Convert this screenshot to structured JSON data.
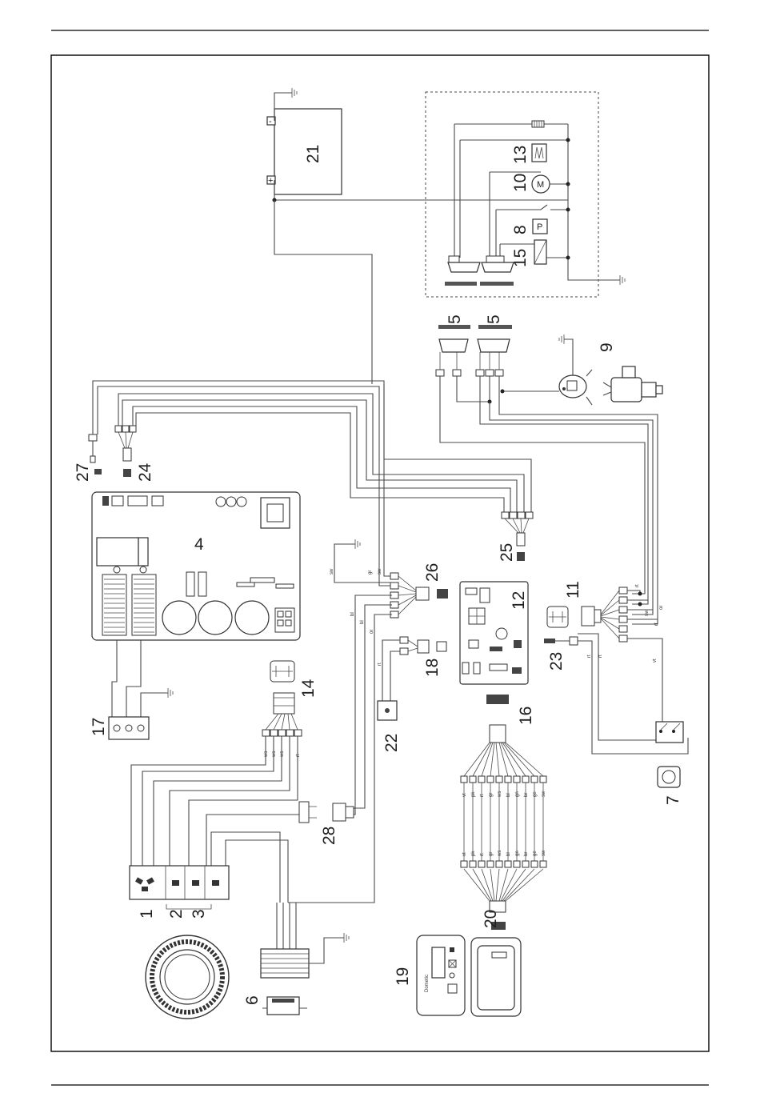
{
  "battery": {
    "minus": "-",
    "plus": "+"
  },
  "symbols": {
    "motor": "M",
    "pressure": "P"
  },
  "labels": {
    "l1": "1",
    "l2": "2",
    "l3": "3",
    "l4": "4",
    "l5a": "5",
    "l5b": "5",
    "l6": "6",
    "l7": "7",
    "l8": "8",
    "l9": "9",
    "l10": "10",
    "l11": "11",
    "l12": "12",
    "l13": "13",
    "l14": "14",
    "l15": "15",
    "l16": "16",
    "l17": "17",
    "l18": "18",
    "l19": "19",
    "l20": "20",
    "l21": "21",
    "l22": "22",
    "l23": "23",
    "l24": "24",
    "l25": "25",
    "l26": "26",
    "l27": "27",
    "l28": "28"
  },
  "wire_colors": {
    "sw1": "sw",
    "gr1": "gr",
    "bl1": "bl",
    "bl2": "bl",
    "or1": "or",
    "rt1": "rt",
    "rt2": "rt",
    "rt3": "rt",
    "vt1": "vt",
    "sw2": "sw",
    "or2": "or",
    "rt4": "rt",
    "ws1": "ws",
    "ws2": "ws",
    "ws3": "ws",
    "rt5": "rt"
  },
  "bundle_16": [
    "vt",
    "pk",
    "rt",
    "gr",
    "ws",
    "bl",
    "gn",
    "br",
    "ge",
    "sw"
  ],
  "bundle_20": [
    "vt",
    "pk",
    "rt",
    "gr",
    "ws",
    "bl",
    "gn",
    "br",
    "ge",
    "sw"
  ],
  "brand": "Dometic"
}
